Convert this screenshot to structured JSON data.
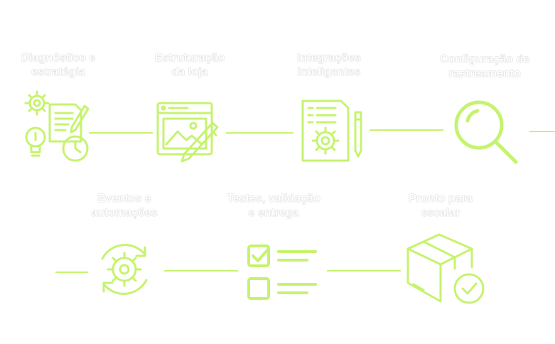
{
  "colors": {
    "accent": "#c6f36f",
    "background": "#ffffff"
  },
  "steps": [
    {
      "line1": "Diagnóstico e",
      "line2": "estratégia",
      "icon": "strategy-icon"
    },
    {
      "line1": "Estruturação",
      "line2": "da loja",
      "icon": "web-design-icon"
    },
    {
      "line1": "Integrações",
      "line2": "inteligentes",
      "icon": "document-settings-icon"
    },
    {
      "line1": "Configuração de",
      "line2": "rastreamento",
      "icon": "magnifier-icon"
    },
    {
      "line1": "Eventos e",
      "line2": "automações",
      "icon": "gear-cycle-icon"
    },
    {
      "line1": "Testes, validação",
      "line2": "e entrega",
      "icon": "checklist-icon"
    },
    {
      "line1": "Pronto para",
      "line2": "escalar",
      "icon": "package-check-icon"
    }
  ]
}
